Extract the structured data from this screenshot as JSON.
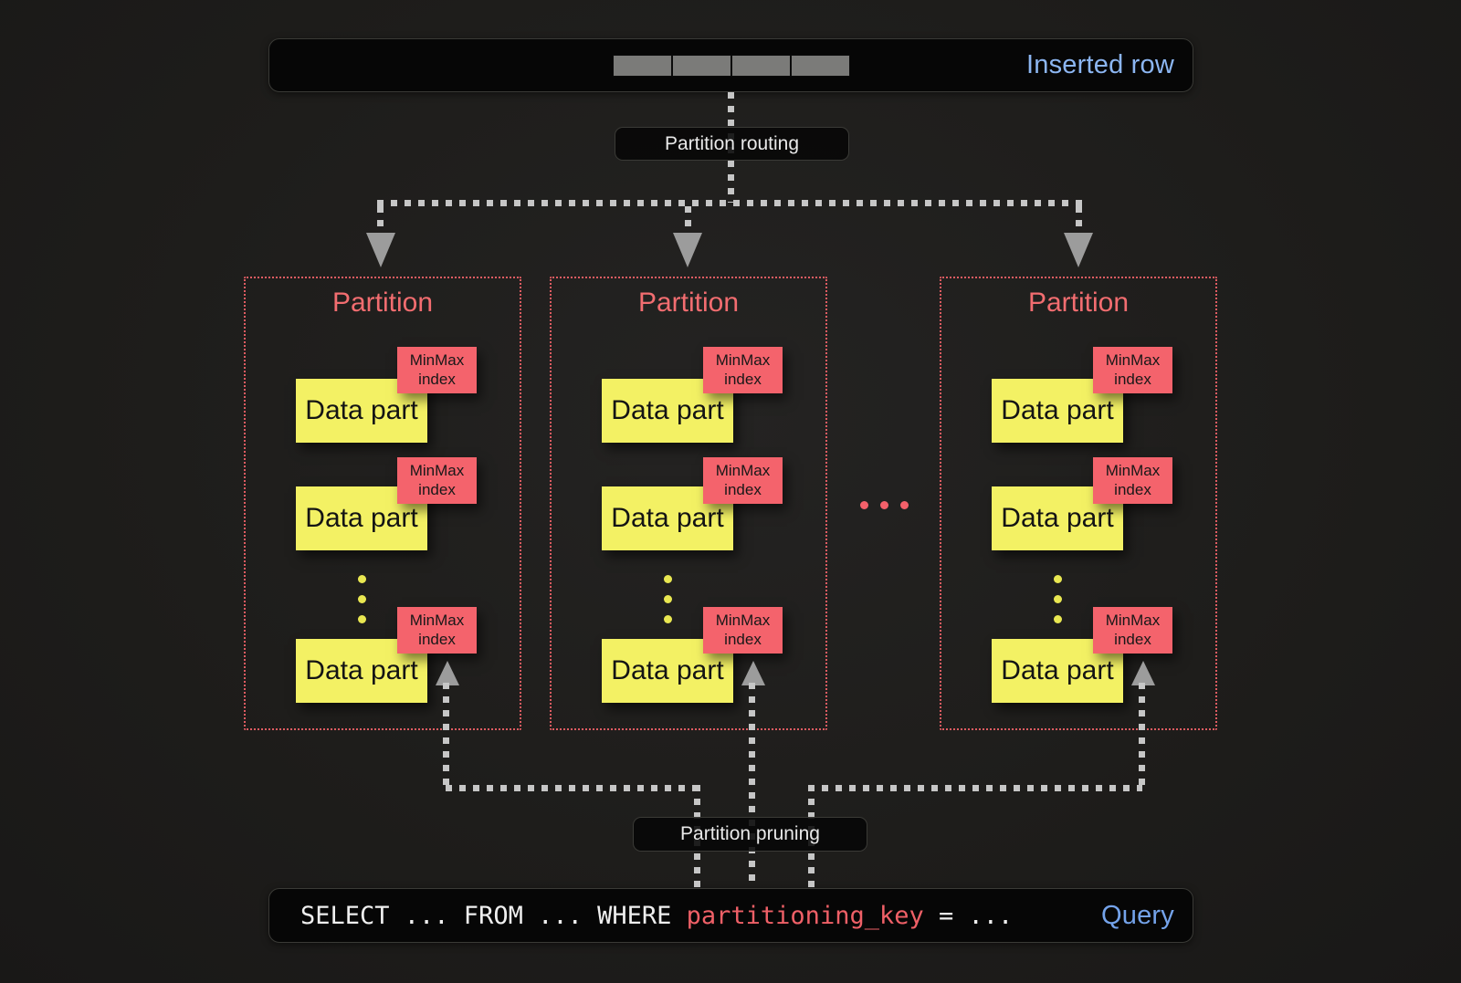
{
  "colors": {
    "background": "#1e1d1b",
    "bar_background": "#060606",
    "segment_gray": "#7b7b79",
    "connector_gray": "#c6c6c6",
    "arrow_gray": "#9c9c9c",
    "coral": "#f4636c",
    "partition_border": "#e05c62",
    "partition_title": "#f26d70",
    "yellow": "#f3f164",
    "blue_inserted_row": "#8cb6f2",
    "blue_query": "#74a3ea"
  },
  "inserted_row_bar": {
    "label": "Inserted row",
    "segment_count": 4
  },
  "routing_label": "Partition routing",
  "pruning_label": "Partition pruning",
  "between_partitions_ellipsis": "...",
  "partitions": [
    {
      "title": "Partition",
      "data_parts": [
        {
          "label": "Data part",
          "index_line1": "MinMax",
          "index_line2": "index"
        },
        {
          "label": "Data part",
          "index_line1": "MinMax",
          "index_line2": "index"
        },
        {
          "label": "Data part",
          "index_line1": "MinMax",
          "index_line2": "index"
        }
      ]
    },
    {
      "title": "Partition",
      "data_parts": [
        {
          "label": "Data part",
          "index_line1": "MinMax",
          "index_line2": "index"
        },
        {
          "label": "Data part",
          "index_line1": "MinMax",
          "index_line2": "index"
        },
        {
          "label": "Data part",
          "index_line1": "MinMax",
          "index_line2": "index"
        }
      ]
    },
    {
      "title": "Partition",
      "data_parts": [
        {
          "label": "Data part",
          "index_line1": "MinMax",
          "index_line2": "index"
        },
        {
          "label": "Data part",
          "index_line1": "MinMax",
          "index_line2": "index"
        },
        {
          "label": "Data part",
          "index_line1": "MinMax",
          "index_line2": "index"
        }
      ]
    }
  ],
  "query_bar": {
    "sql_prefix": "SELECT ... FROM ... WHERE ",
    "sql_key": "partitioning_key",
    "sql_suffix": " = ...",
    "label": "Query"
  }
}
